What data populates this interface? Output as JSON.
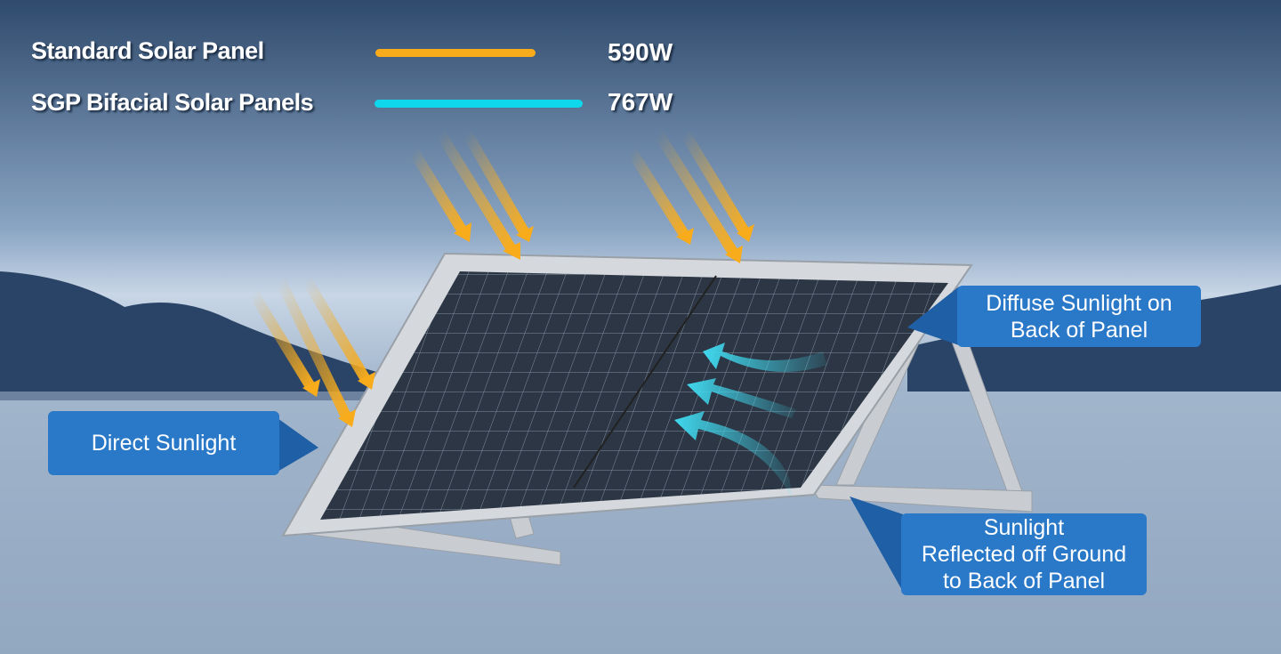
{
  "legend": [
    {
      "label": "Standard Solar Panel",
      "value_text": "590W",
      "value": 590,
      "color": "#f8ac1c"
    },
    {
      "label": "SGP Bifacial Solar Panels",
      "value_text": "767W",
      "value": 767,
      "color": "#0fd8ec"
    }
  ],
  "callouts": {
    "direct": "Direct Sunlight",
    "diffuse_line1": "Diffuse Sunlight on",
    "diffuse_line2": "Back of Panel",
    "reflected_line1": "Sunlight",
    "reflected_line2": "Reflected off Ground",
    "reflected_line3": "to Back of Panel"
  },
  "colors": {
    "callout": "#2a78c8",
    "sun_arrow": "#f8ac1c",
    "reflect_arrow": "#40d8ee"
  }
}
